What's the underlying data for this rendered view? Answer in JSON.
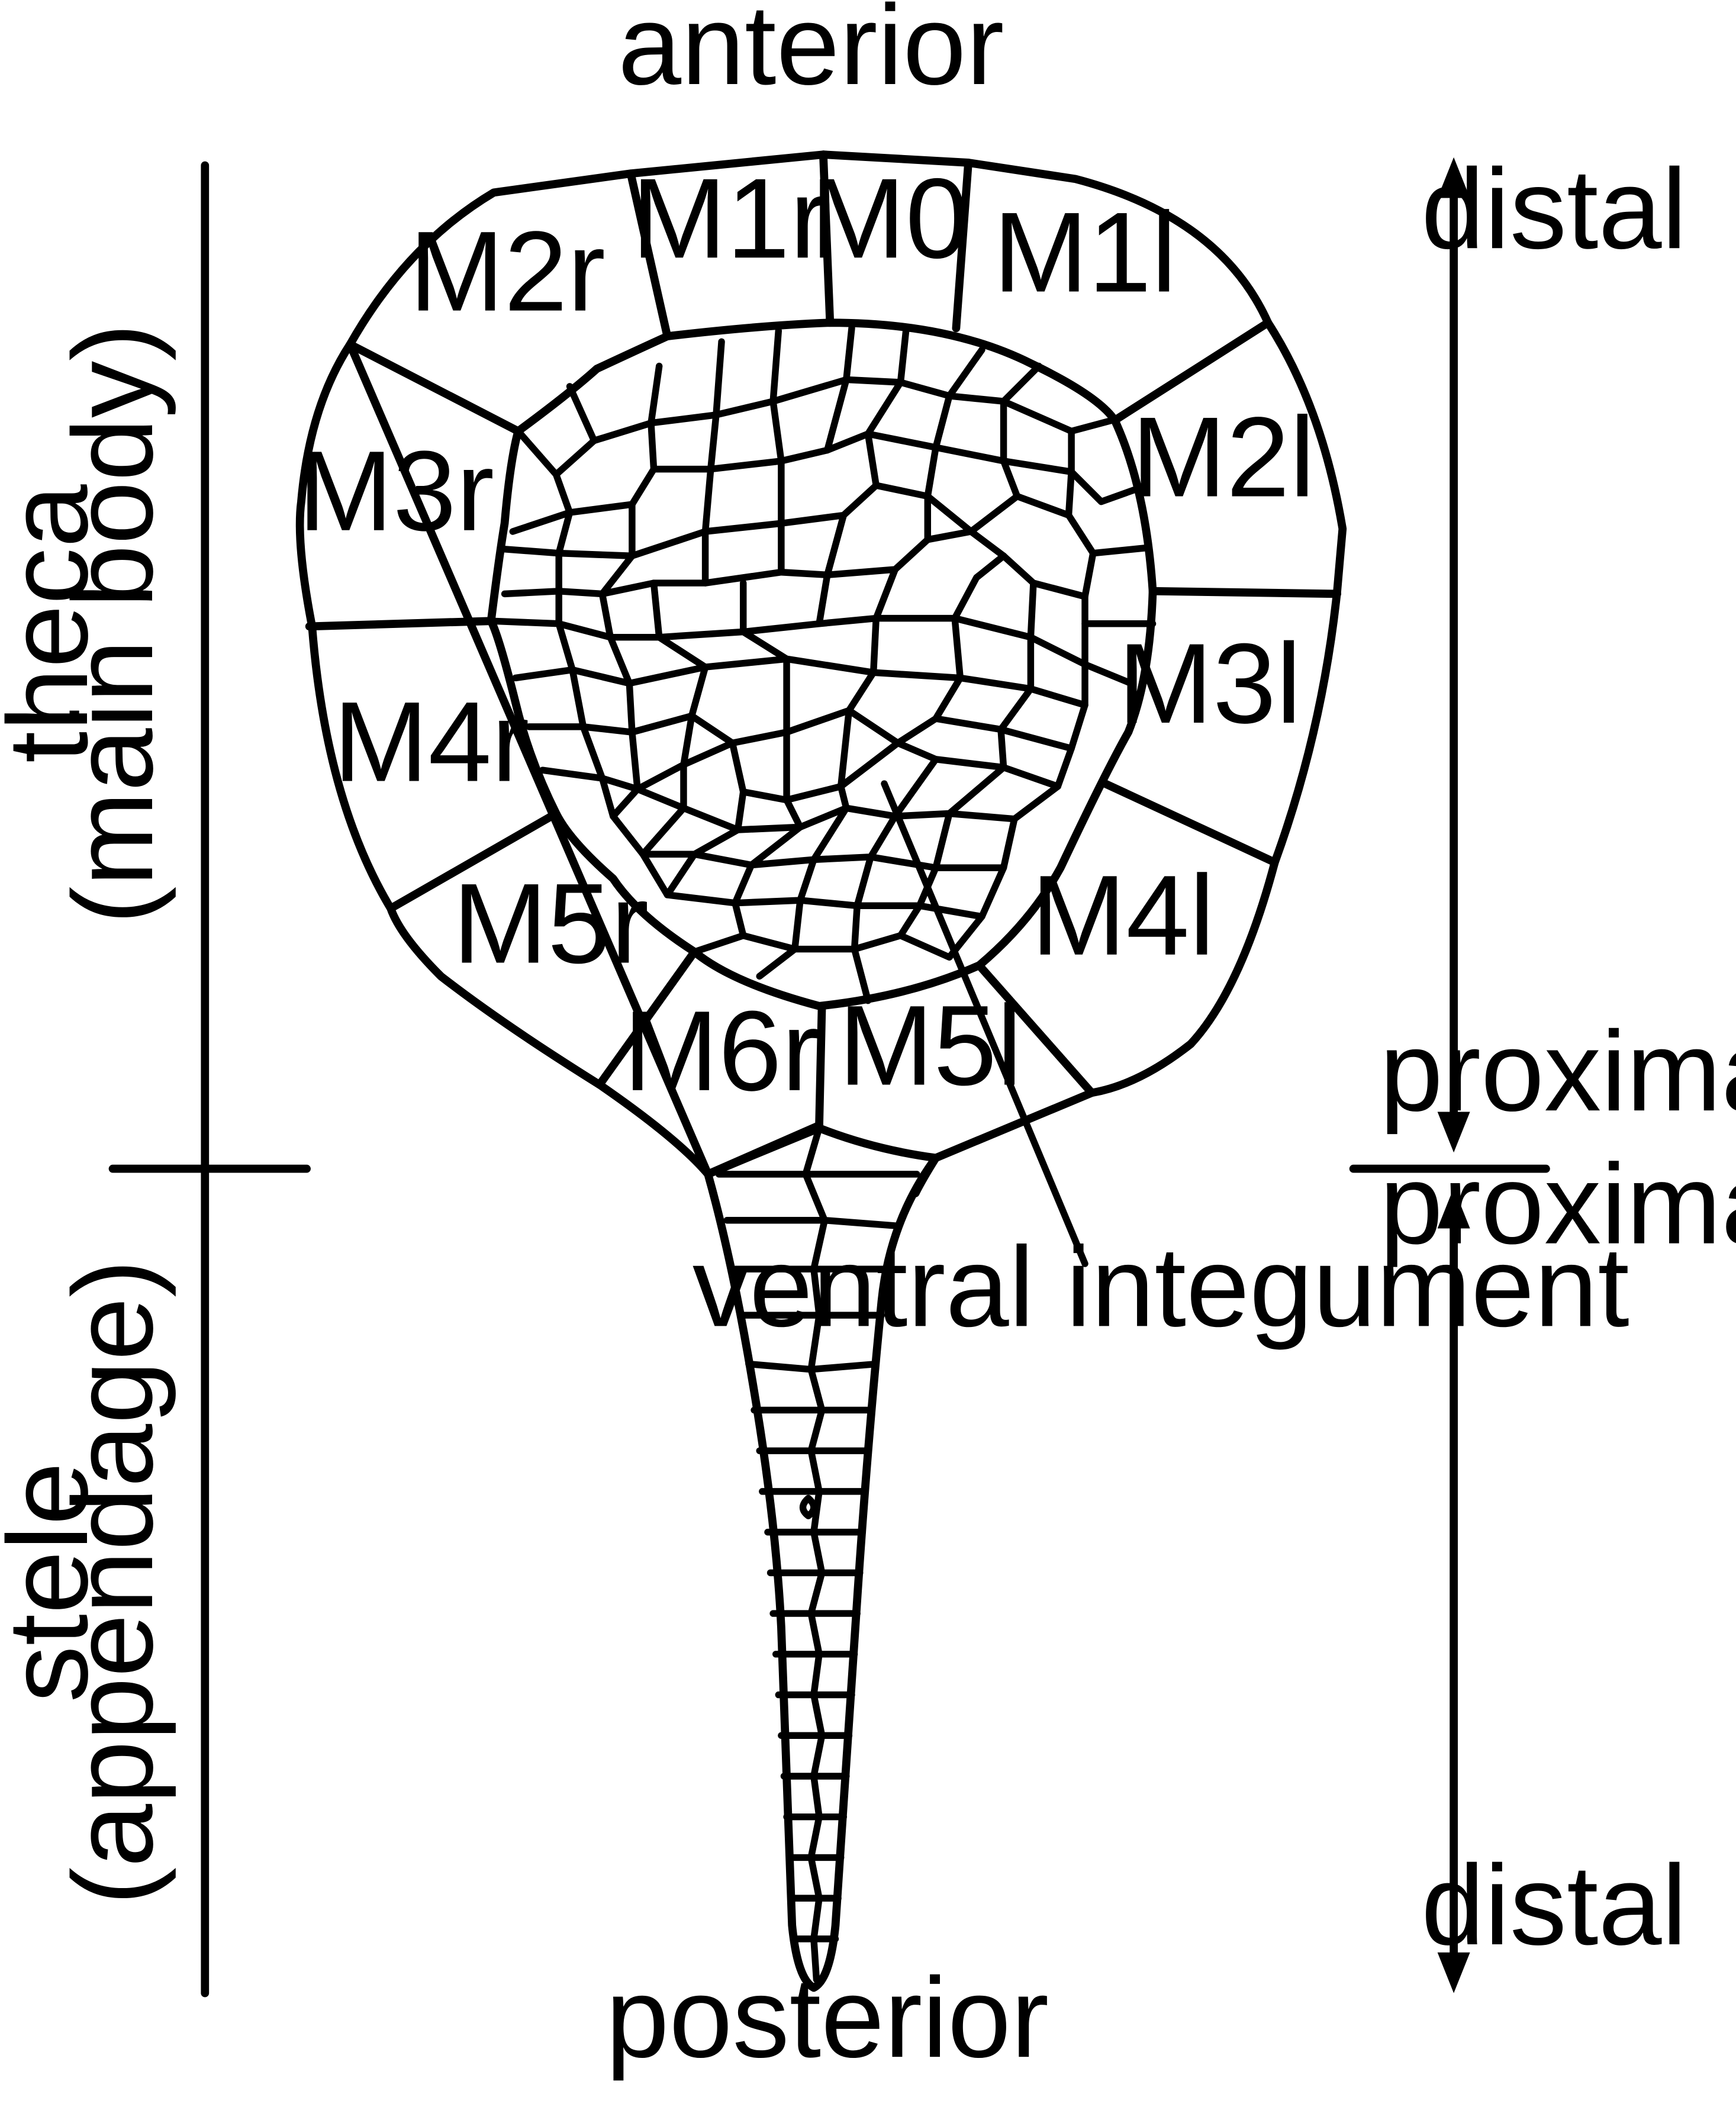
{
  "labels": {
    "anterior": "anterior",
    "posterior": "posterior",
    "theca": "theca",
    "theca_sub": "(main body)",
    "stele": "stele",
    "stele_sub": "(appendage)",
    "distal_top": "distal",
    "proximal_upper": "proximal",
    "proximal_lower": "proximal",
    "distal_bottom": "distal",
    "ventral": "ventral integument"
  },
  "plates": {
    "M0": "M0",
    "M1r": "M1r",
    "M1l": "M1l",
    "M2r": "M2r",
    "M2l": "M2l",
    "M3r": "M3r",
    "M3l": "M3l",
    "M4r": "M4r",
    "M4l": "M4l",
    "M5r": "M5r",
    "M5l": "M5l",
    "M6r": "M6r"
  }
}
